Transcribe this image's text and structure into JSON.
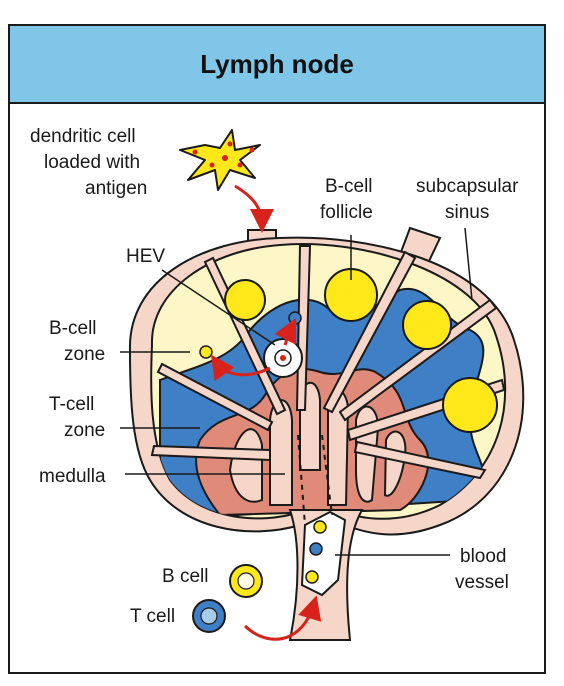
{
  "header": {
    "title": "Lymph node"
  },
  "labels": {
    "dendritic_1": "dendritic cell",
    "dendritic_2": "loaded with",
    "dendritic_3": "antigen",
    "bcell_follicle_1": "B-cell",
    "bcell_follicle_2": "follicle",
    "subcapsular_1": "subcapsular",
    "subcapsular_2": "sinus",
    "hev": "HEV",
    "bcell_zone_1": "B-cell",
    "bcell_zone_2": "zone",
    "tcell_zone_1": "T-cell",
    "tcell_zone_2": "zone",
    "medulla": "medulla",
    "blood_vessel_1": "blood",
    "blood_vessel_2": "vessel",
    "b_cell": "B cell",
    "t_cell": "T cell"
  },
  "colors": {
    "header_bg": "#7fc6e8",
    "capsule": "#f6d6c8",
    "zone_cream": "#fdf6c6",
    "tcell_blue": "#3f7fc5",
    "medulla_red": "#e08a7a",
    "follicle_yellow": "#ffe81a",
    "arrow_red": "#d8231c",
    "outline": "#1a1a1a"
  }
}
